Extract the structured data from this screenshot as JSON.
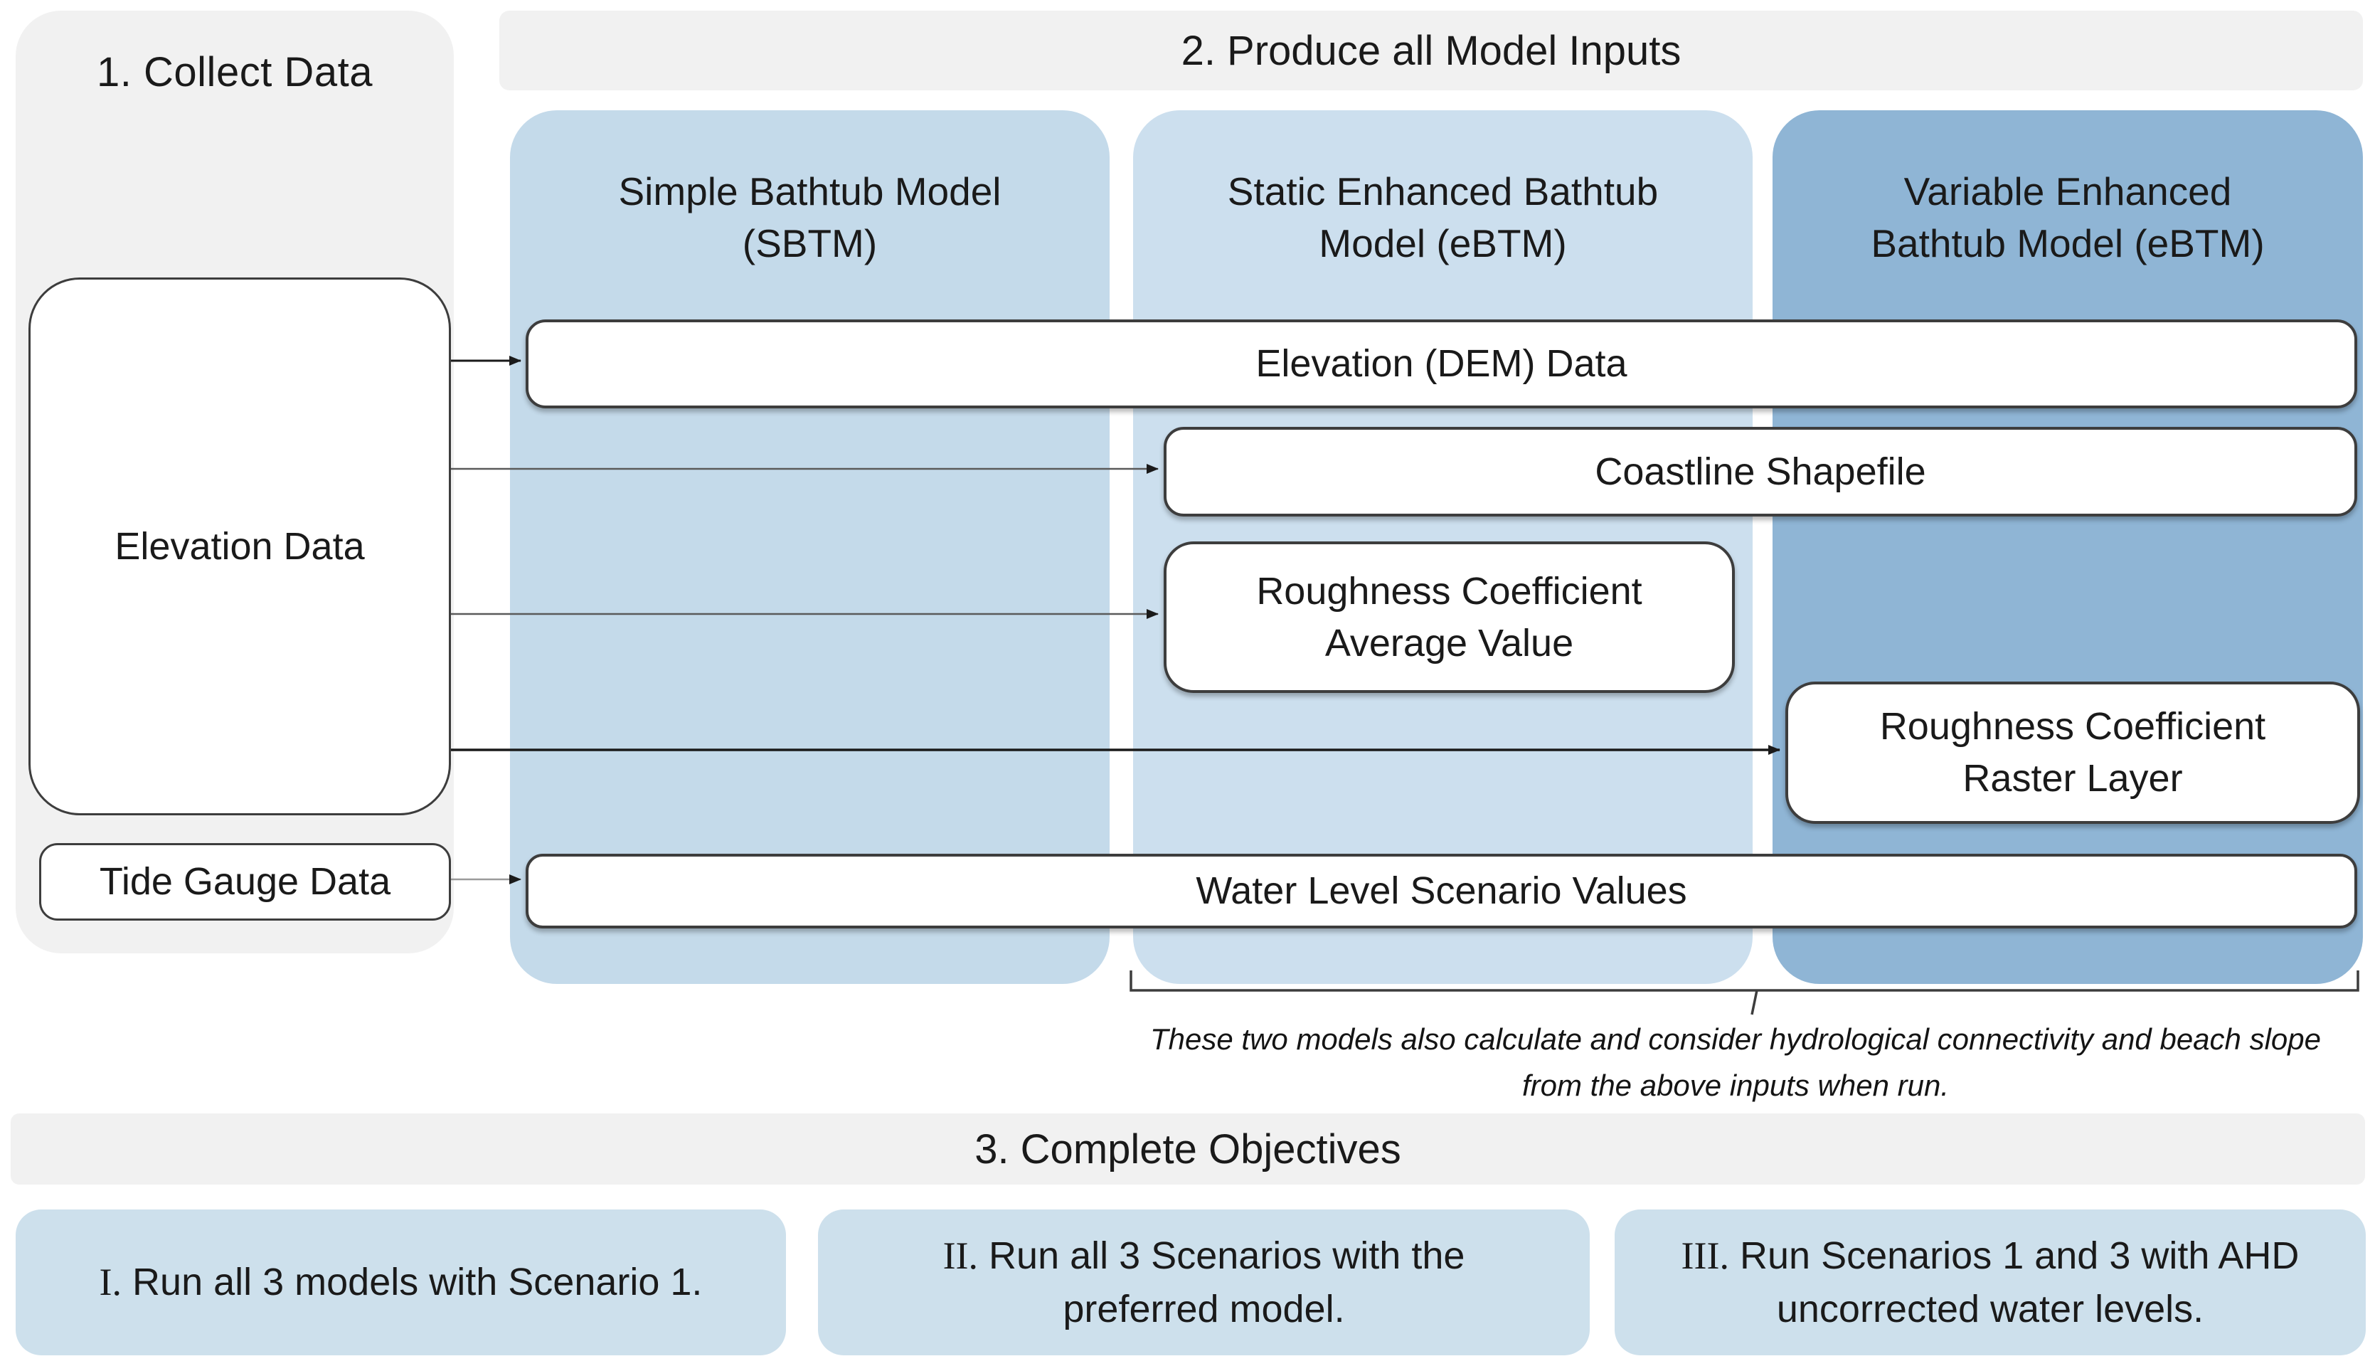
{
  "sections": {
    "collect_title": "1. Collect Data",
    "produce_title": "2. Produce all Model Inputs",
    "objectives_title": "3. Complete Objectives"
  },
  "columns": [
    {
      "id": "sbtm",
      "lines": [
        "Simple Bathtub Model",
        "(SBTM)"
      ],
      "color": "#c4daea"
    },
    {
      "id": "static-ebtm",
      "lines": [
        "Static Enhanced Bathtub",
        "Model (eBTM)"
      ],
      "color": "#ccdfee"
    },
    {
      "id": "variable-ebtm",
      "lines": [
        "Variable Enhanced",
        "Bathtub Model (eBTM)"
      ],
      "color": "#8fb5d5"
    }
  ],
  "sources": {
    "elevation": "Elevation Data",
    "tide_gauge": "Tide Gauge Data"
  },
  "inputs": {
    "dem": "Elevation (DEM) Data",
    "coastline": "Coastline Shapefile",
    "roughness_avg": {
      "lines": [
        "Roughness Coefficient",
        "Average Value"
      ]
    },
    "roughness_raster": {
      "lines": [
        "Roughness Coefficient",
        "Raster Layer"
      ]
    },
    "water_level": "Water Level Scenario Values"
  },
  "note": {
    "line1": "These two models also calculate and consider hydrological connectivity and beach slope",
    "line2": "from the above inputs when run."
  },
  "objectives": [
    {
      "numeral": "I.",
      "line1": " Run all 3 models with Scenario 1.",
      "line2": ""
    },
    {
      "numeral": "II.",
      "line1": " Run all 3 Scenarios with the",
      "line2": "preferred model."
    },
    {
      "numeral": "III.",
      "line1": " Run Scenarios 1 and 3 with AHD",
      "line2": "uncorrected water levels."
    }
  ],
  "colors": {
    "panel_gray": "#f1f1f1",
    "column_sbtm_blue": "#c4daea",
    "column_static_blue": "#ccdfee",
    "column_variable_blue": "#8fb5d5",
    "objective_blue": "#cde0ec",
    "node_border": "#3d3d3d",
    "arrow": "#1a1a1a"
  }
}
